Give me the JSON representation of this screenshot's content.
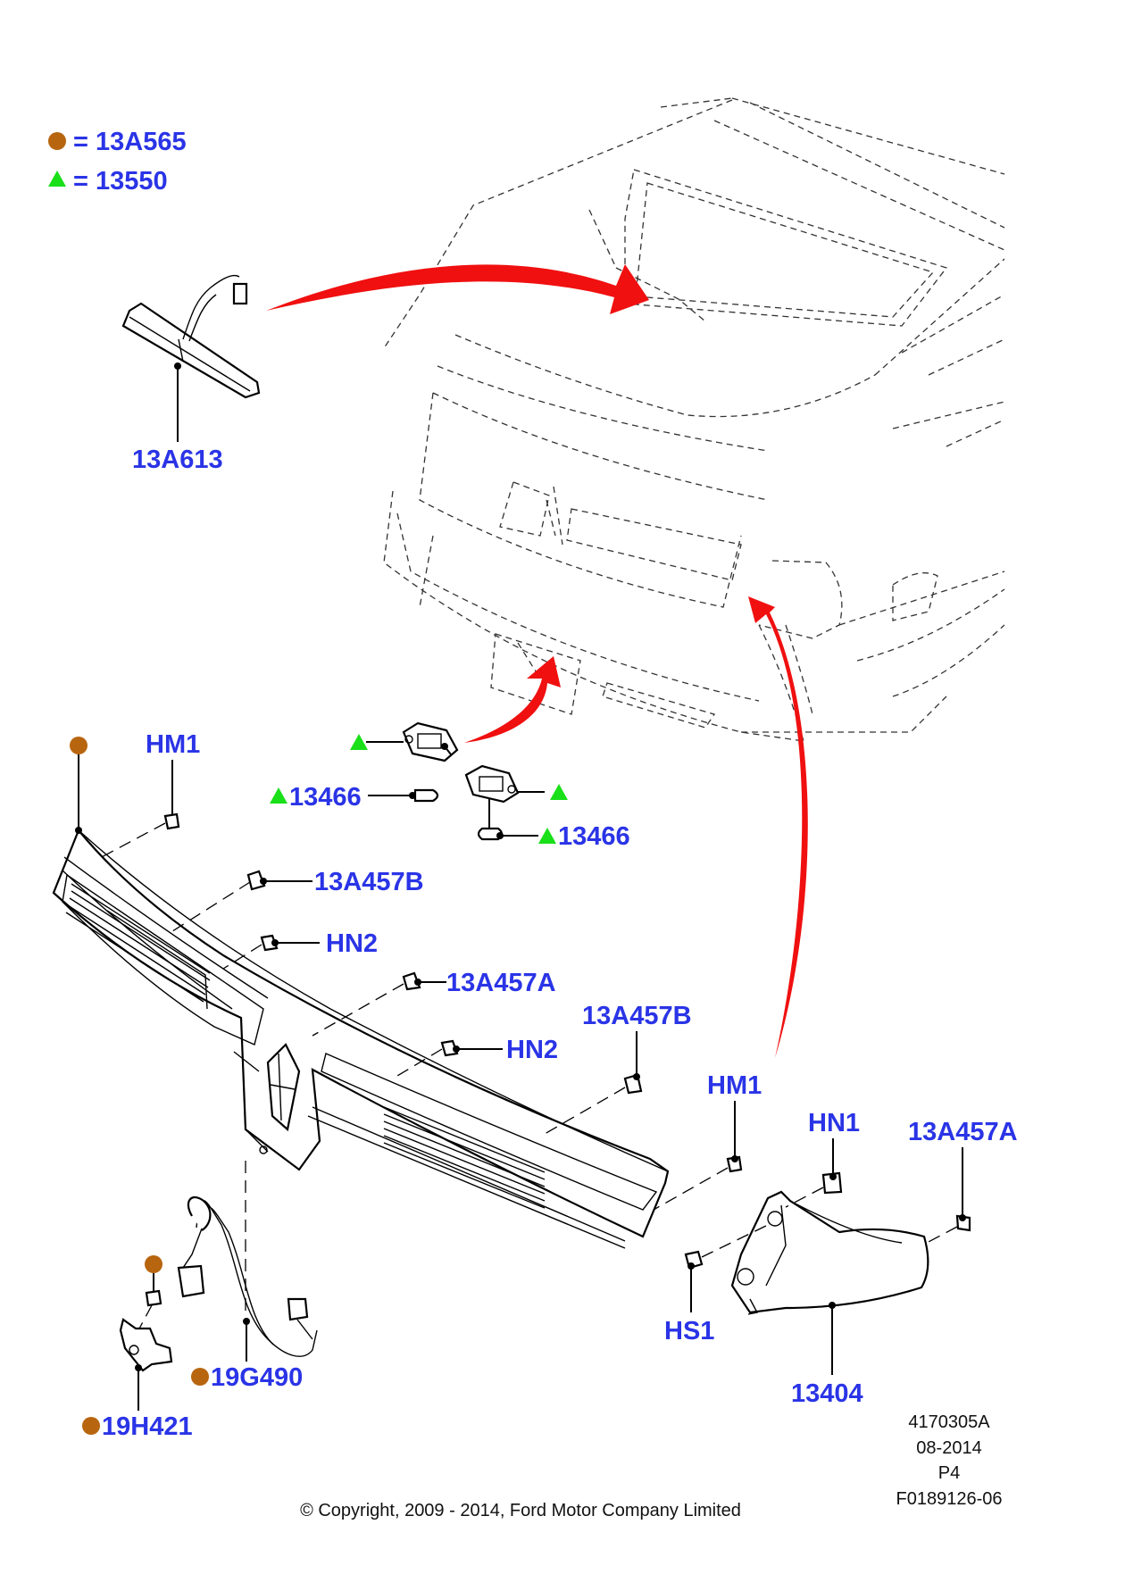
{
  "legend": [
    {
      "symbol": "circle",
      "color": "#b8650f",
      "text": "= 13A565"
    },
    {
      "symbol": "triangle",
      "color": "#19e019",
      "text": "= 13550"
    }
  ],
  "labels": {
    "l13A613": "13A613",
    "hm1_left": "HM1",
    "l13466_left": "13466",
    "l13466_right": "13466",
    "l13A457B_top": "13A457B",
    "hn2_top": "HN2",
    "l13A457A_mid": "13A457A",
    "l13A457B_right": "13A457B",
    "hn2_mid": "HN2",
    "hm1_right": "HM1",
    "hn1": "HN1",
    "l13A457A_right": "13A457A",
    "hs1": "HS1",
    "l13404": "13404",
    "l19G490": "19G490",
    "l19H421": "19H421"
  },
  "meta": {
    "part_code": "4170305A",
    "date": "08-2014",
    "page": "P4",
    "figure_id": "F0189126-06",
    "copyright": "© Copyright, 2009 - 2014, Ford Motor Company Limited"
  },
  "colors": {
    "label_blue": "#2a34e6",
    "arrow_red": "#f01010",
    "marker_brown": "#b8650f",
    "marker_green": "#19e019"
  }
}
